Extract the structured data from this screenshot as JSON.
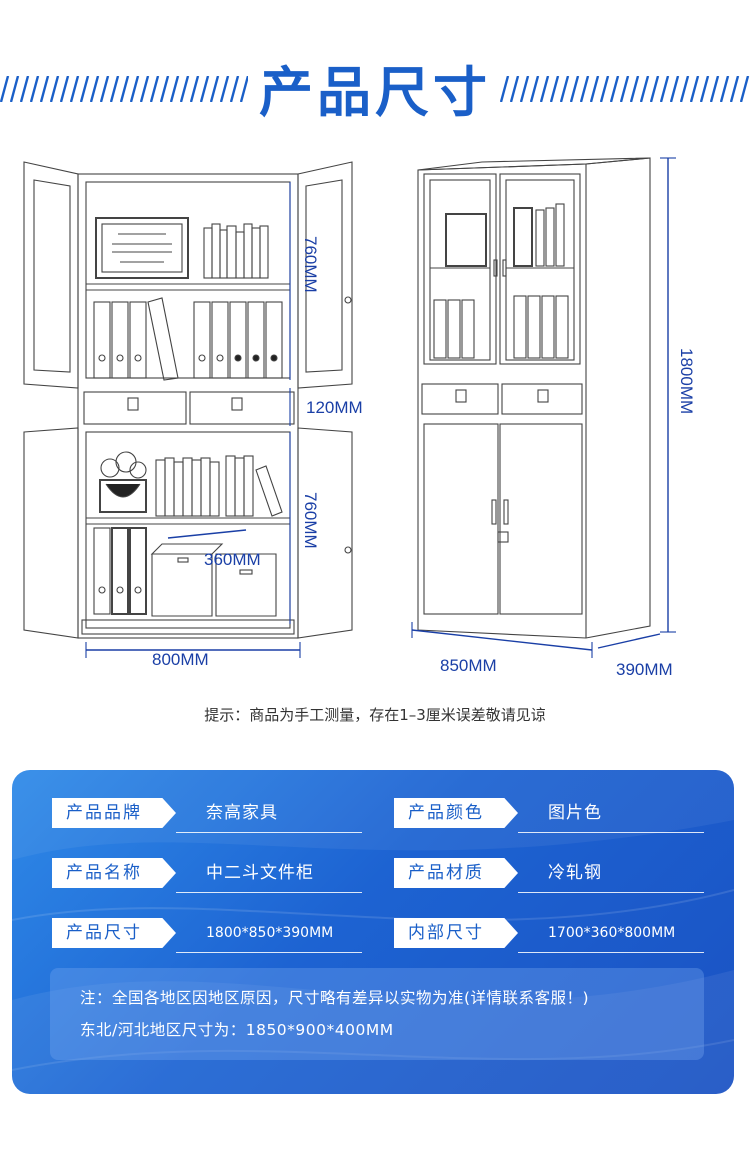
{
  "header": {
    "title": "产品尺寸"
  },
  "dimensions": {
    "upper_height": "760MM",
    "drawer_height": "120MM",
    "lower_height": "760MM",
    "inner_depth": "360MM",
    "inner_width": "800MM",
    "total_height": "1800MM",
    "total_width": "850MM",
    "total_depth": "390MM"
  },
  "tip": "提示：商品为手工测量，存在1–3厘米误差敬请见谅",
  "specs": [
    {
      "label": "产品品牌",
      "value": "奈高家具"
    },
    {
      "label": "产品颜色",
      "value": "图片色"
    },
    {
      "label": "产品名称",
      "value": "中二斗文件柜"
    },
    {
      "label": "产品材质",
      "value": "冷轧钢"
    },
    {
      "label": "产品尺寸",
      "value": "1800*850*390MM"
    },
    {
      "label": "内部尺寸",
      "value": "1700*360*800MM"
    }
  ],
  "note": {
    "line1": "注：全国各地区因地区原因，尺寸略有差异以实物为准(详情联系客服！)",
    "line2": "东北/河北地区尺寸为：1850*900*400MM"
  },
  "colors": {
    "accent": "#1a5fc8",
    "panel": "#1d63d2",
    "dimension_text": "#1a3fa6"
  }
}
